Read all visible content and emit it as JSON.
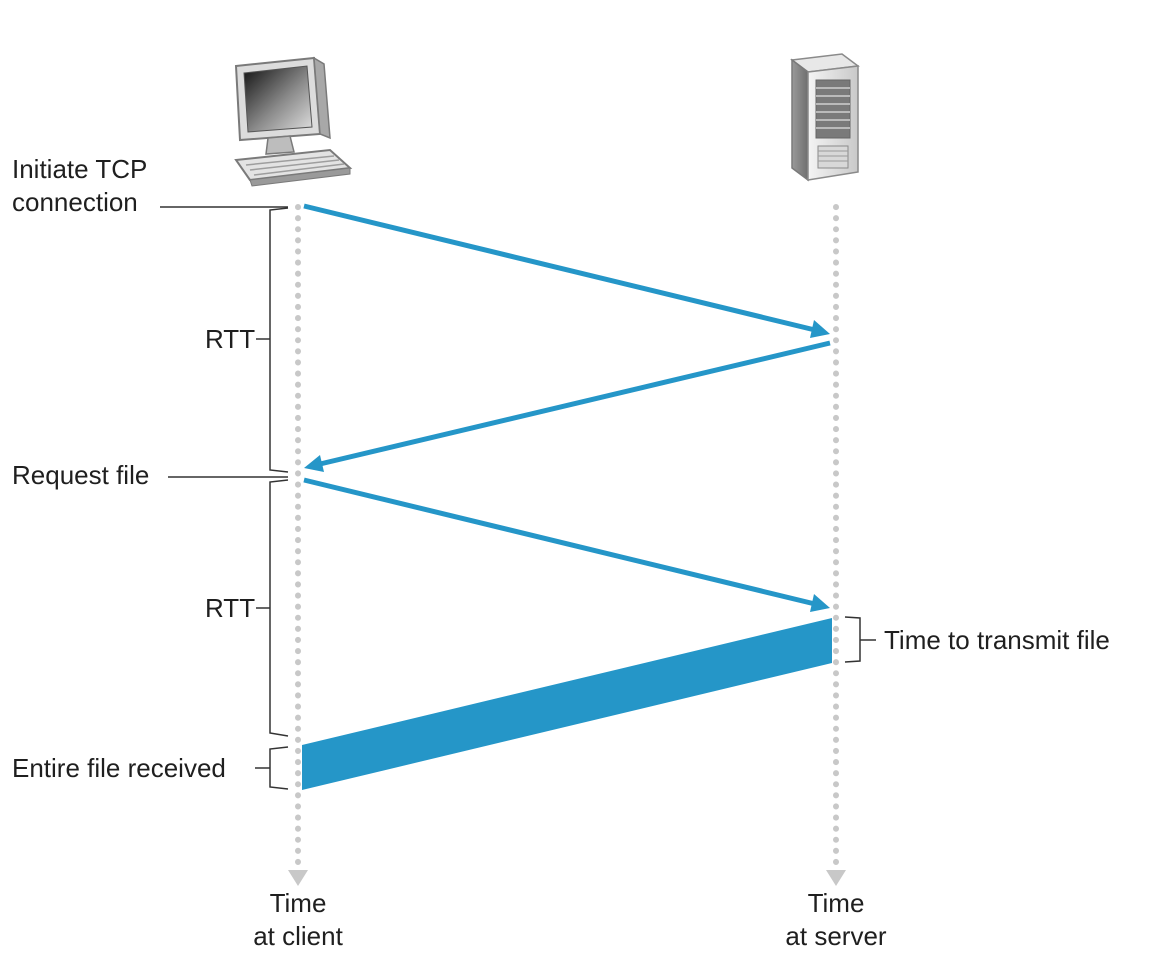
{
  "labels": {
    "initiate_line1": "Initiate TCP",
    "initiate_line2": "connection",
    "rtt_1": "RTT",
    "request_file": "Request file",
    "rtt_2": "RTT",
    "time_to_transmit": "Time to transmit file",
    "entire_file_received": "Entire file received",
    "client_time_line1": "Time",
    "client_time_line2": "at client",
    "server_time_line1": "Time",
    "server_time_line2": "at server"
  },
  "icons": {
    "client": "desktop-computer-icon",
    "server": "server-tower-icon"
  },
  "colors": {
    "message": "#2596c8",
    "timeline_dots": "#c8c8c8",
    "bracket": "#333333",
    "text": "#1f1f1f"
  }
}
